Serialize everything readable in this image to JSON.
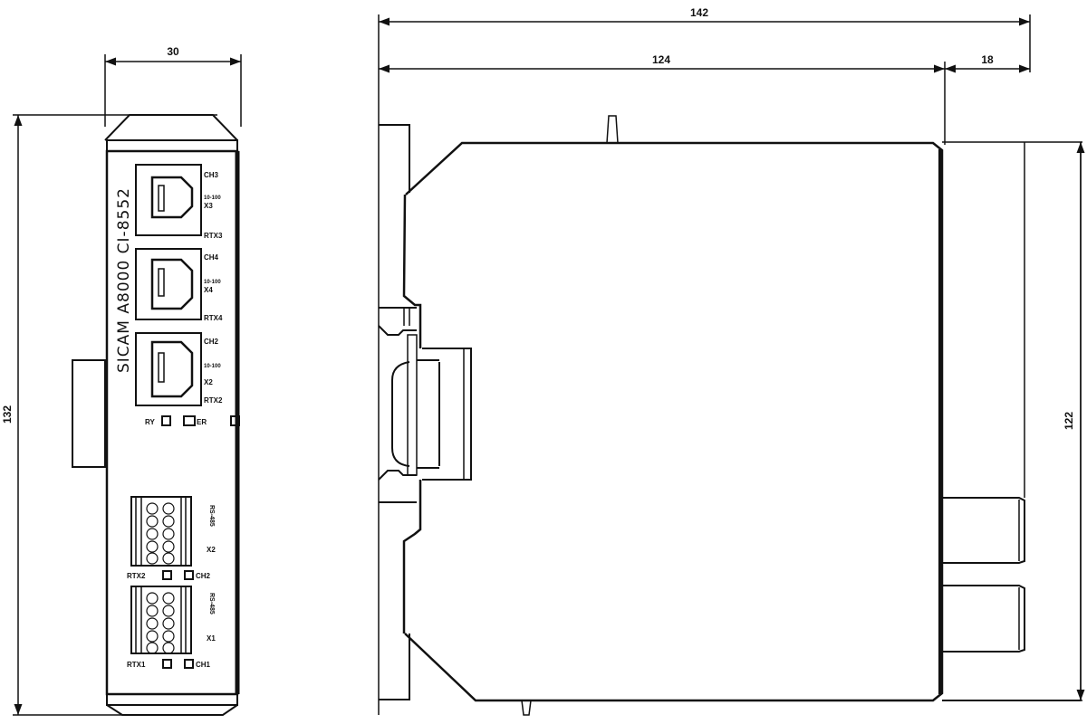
{
  "drawing": {
    "title": "SICAM A8000 CI-8552 dimension drawing",
    "units": "mm"
  },
  "front_view": {
    "brand_text": "SICAM   A8000   CI-8552",
    "dimensions": {
      "width": "30",
      "height": "132"
    },
    "ethernet_ports": [
      {
        "ch": "CH3",
        "speed": "10-100",
        "x": "X3",
        "rtx": "RTX3"
      },
      {
        "ch": "CH4",
        "speed": "10-100",
        "x": "X4",
        "rtx": "RTX4"
      },
      {
        "ch": "CH2",
        "speed": "10-100",
        "x": "X2",
        "rtx": "RTX2"
      }
    ],
    "status_leds": {
      "ry": "RY",
      "er": "ER"
    },
    "serial_ports": [
      {
        "label": "X2",
        "spec": "RS-485",
        "rtx": "RTX2",
        "ch": "CH2"
      },
      {
        "label": "X1",
        "spec": "RS-485",
        "rtx": "RTX1",
        "ch": "CH1"
      }
    ]
  },
  "side_view": {
    "dimensions": {
      "overall_depth": "142",
      "body_depth": "124",
      "connector_depth": "18",
      "height": "122"
    }
  }
}
